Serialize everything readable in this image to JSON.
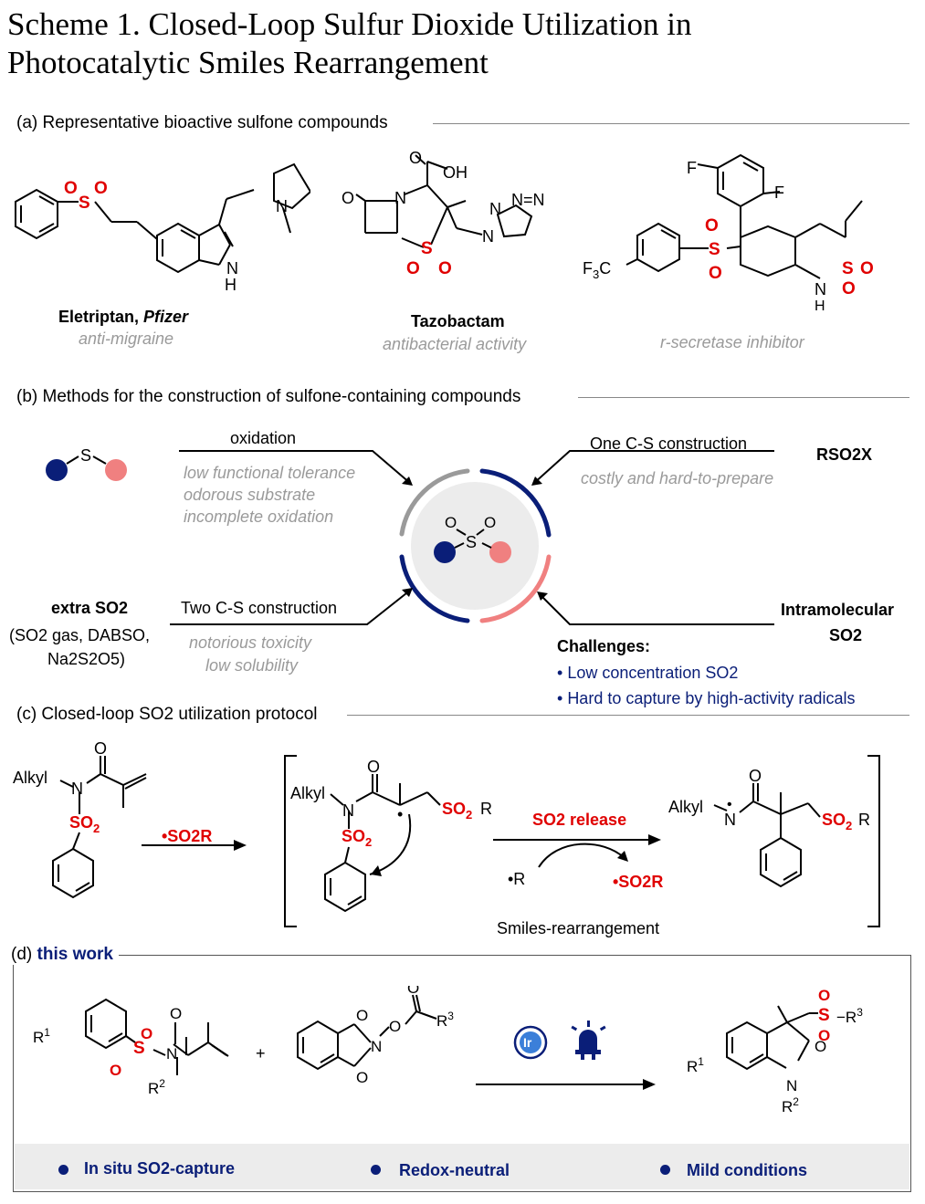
{
  "title": {
    "line1": "Scheme 1. Closed-Loop Sulfur Dioxide Utilization in",
    "line2": "Photocatalytic Smiles Rearrangement"
  },
  "section_a": {
    "heading": "(a) Representative bioactive sulfone compounds",
    "compounds": [
      {
        "name": "Eletriptan,",
        "company": "Pfizer",
        "activity": "anti-migraine"
      },
      {
        "name": "Tazobactam",
        "activity": "antibacterial activity"
      },
      {
        "activity": "r-secretase inhibitor"
      }
    ]
  },
  "section_b": {
    "heading": "(b) Methods for the construction of sulfone-containing compounds",
    "oxidation": {
      "label": "oxidation",
      "issues": [
        "low functional tolerance",
        "odorous substrate",
        "incomplete oxidation"
      ]
    },
    "one_cs": {
      "label": "One C-S construction",
      "reagent": "RSO2X",
      "issue": "costly and hard-to-prepare"
    },
    "two_cs": {
      "label": "Two C-S construction",
      "reagent": "extra SO2",
      "sources": "(SO2 gas, DABSO,",
      "sources2": "Na2S2O5)",
      "issues": [
        "notorious toxicity",
        "low solubility"
      ]
    },
    "intra": {
      "label1": "Intramolecular",
      "label2": "SO2"
    },
    "challenges": {
      "title": "Challenges",
      "items": [
        "Low concentration SO2",
        "Hard to capture by high-activity radicals"
      ]
    }
  },
  "section_c": {
    "heading": "(c) Closed-loop SO2 utilization protocol",
    "reagent": "•SO2R",
    "release": "SO2 release",
    "radical_r": "•R",
    "radical_so2r": "•SO2R",
    "caption": "Smiles-rearrangement"
  },
  "section_d": {
    "heading_prefix": "(d)",
    "heading": "this work",
    "catalyst": "Ir",
    "features": [
      "In situ SO2-capture",
      "Redox-neutral",
      "Mild conditions"
    ]
  },
  "colors": {
    "red": "#e00000",
    "navy": "#0a1e78",
    "pink": "#f08080",
    "gray": "#9a9a9a"
  }
}
